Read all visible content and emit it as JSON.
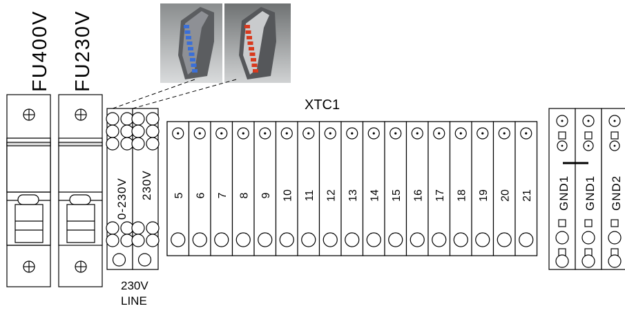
{
  "breakers": [
    {
      "label": "FU400V"
    },
    {
      "label": "FU230V"
    }
  ],
  "power_block": {
    "labels": [
      "0-230V",
      "230V"
    ],
    "caption_line1": "230V",
    "caption_line2": "LINE"
  },
  "terminal_strip": {
    "title": "XTC1",
    "terminals": [
      "5",
      "6",
      "7",
      "8",
      "9",
      "10",
      "11",
      "12",
      "13",
      "14",
      "15",
      "16",
      "17",
      "18",
      "19",
      "20",
      "21"
    ]
  },
  "gnd_block": {
    "labels": [
      "GND1",
      "GND1",
      "GND2"
    ]
  },
  "photos": [
    {
      "name": "blue-terminal-photo",
      "accent": "#3a6fd8"
    },
    {
      "name": "red-terminal-photo",
      "accent": "#d83a1e"
    }
  ]
}
